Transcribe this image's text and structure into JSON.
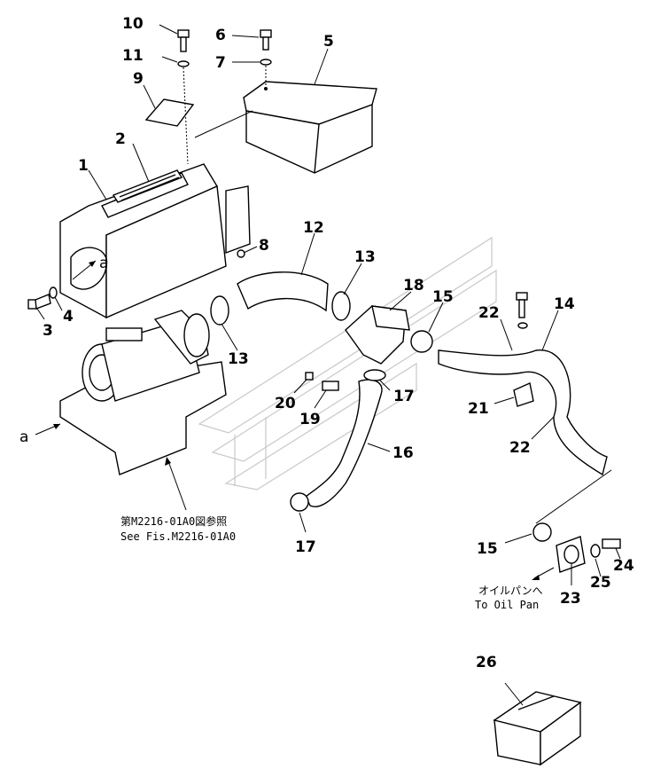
{
  "callouts": [
    {
      "id": "1",
      "text": "1"
    },
    {
      "id": "2",
      "text": "2"
    },
    {
      "id": "3",
      "text": "3"
    },
    {
      "id": "4",
      "text": "4"
    },
    {
      "id": "5",
      "text": "5"
    },
    {
      "id": "6",
      "text": "6"
    },
    {
      "id": "7",
      "text": "7"
    },
    {
      "id": "8",
      "text": "8"
    },
    {
      "id": "9",
      "text": "9"
    },
    {
      "id": "10",
      "text": "10"
    },
    {
      "id": "11",
      "text": "11"
    },
    {
      "id": "12",
      "text": "12"
    },
    {
      "id": "13a",
      "text": "13"
    },
    {
      "id": "13b",
      "text": "13"
    },
    {
      "id": "14",
      "text": "14"
    },
    {
      "id": "15a",
      "text": "15"
    },
    {
      "id": "15b",
      "text": "15"
    },
    {
      "id": "16",
      "text": "16"
    },
    {
      "id": "17a",
      "text": "17"
    },
    {
      "id": "17b",
      "text": "17"
    },
    {
      "id": "18",
      "text": "18"
    },
    {
      "id": "19",
      "text": "19"
    },
    {
      "id": "20",
      "text": "20"
    },
    {
      "id": "21",
      "text": "21"
    },
    {
      "id": "22a",
      "text": "22"
    },
    {
      "id": "22b",
      "text": "22"
    },
    {
      "id": "23",
      "text": "23"
    },
    {
      "id": "24",
      "text": "24"
    },
    {
      "id": "25",
      "text": "25"
    },
    {
      "id": "26",
      "text": "26"
    }
  ],
  "markers": {
    "a_left": "a",
    "a_box": "a"
  },
  "notes": {
    "see_fig_jp": "第M2216-01A0図参照",
    "see_fig_en": "See Fis.M2216-01A0",
    "oil_pan_jp": "オイルパンへ",
    "oil_pan_en": "To Oil Pan"
  }
}
